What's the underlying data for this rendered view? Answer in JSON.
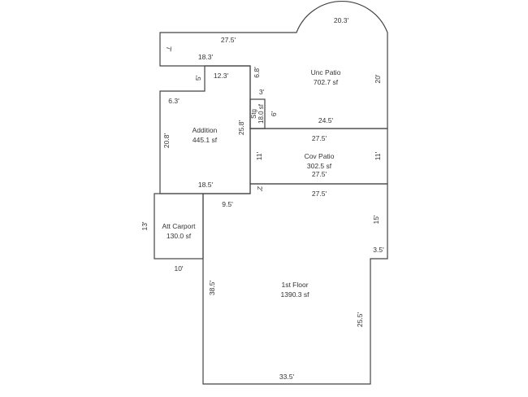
{
  "sketch": {
    "rooms": [
      {
        "id": "unc-patio",
        "name": "Unc Patio",
        "area": "702.7 sf"
      },
      {
        "id": "addition",
        "name": "Addition",
        "area": "445.1 sf"
      },
      {
        "id": "stg",
        "name": "Stg",
        "area": "18.0 sf"
      },
      {
        "id": "cov-patio",
        "name": "Cov Patio",
        "area": "302.5 sf"
      },
      {
        "id": "att-carport",
        "name": "Att Carport",
        "area": "130.0 sf"
      },
      {
        "id": "first-floor",
        "name": "1st Floor",
        "area": "1390.3 sf"
      }
    ],
    "dimensions": {
      "arc": "20.3'",
      "top_wing_top": "27.5'",
      "top_wing_left": "7'",
      "top_wing_bottom": "18.3'",
      "addition_top": "12.3'",
      "addition_step": "5'",
      "addition_ledge": "6.3'",
      "addition_left": "20.8'",
      "addition_right": "25.8'",
      "addition_bottom": "18.5'",
      "unc_right": "20'",
      "unc_inner_left": "6.8'",
      "stg_top": "3'",
      "stg_right": "6'",
      "unc_bottom": "24.5'",
      "cov_top": "27.5'",
      "cov_left": "11'",
      "cov_right": "11'",
      "cov_bottom": "27.5'",
      "gap_2": "2'",
      "floor_top": "27.5'",
      "floor_right_upper": "15'",
      "floor_notch": "3.5'",
      "floor_right_lower": "25.5'",
      "floor_bottom": "33.5'",
      "floor_left": "38.5'",
      "floor_top_left": "9.5'",
      "carport_left": "13'",
      "carport_bottom": "10'"
    }
  }
}
